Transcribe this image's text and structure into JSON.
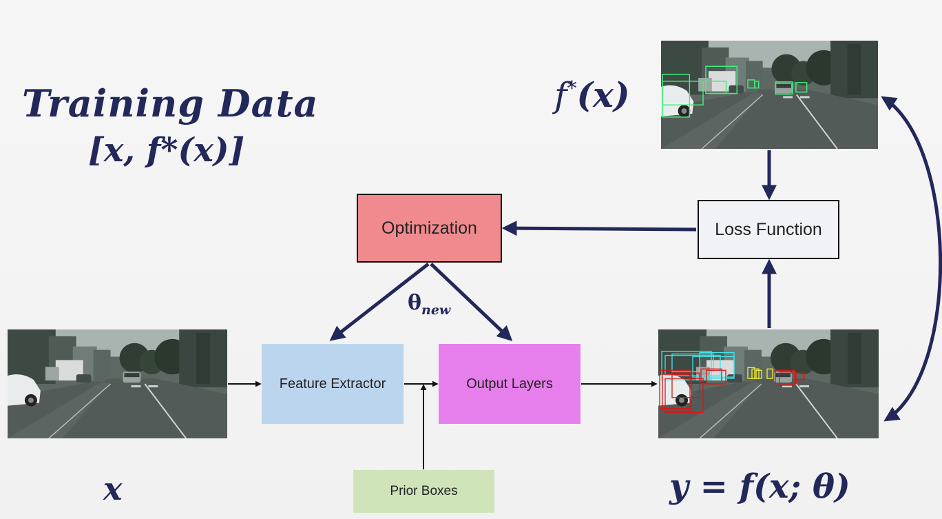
{
  "title": {
    "line1": "Training Data",
    "line2": "[x, f*(x)]"
  },
  "labels": {
    "target_label_f": "f",
    "target_label_star": "*",
    "target_label_arg": "(x)",
    "input_label": "x",
    "output_label": "y = f(x; θ)",
    "theta_symbol": "θ",
    "theta_subscript": "new"
  },
  "nodes": {
    "optimization": "Optimization",
    "loss_function": "Loss Function",
    "feature_extractor": "Feature Extractor",
    "output_layers": "Output Layers",
    "prior_boxes": "Prior Boxes"
  },
  "colors": {
    "optimization": "#f08a8e",
    "loss_function": "#f1f1f8",
    "feature_extractor": "#bcd5ee",
    "output_layers": "#e67eeb",
    "prior_boxes": "#cfe4b9",
    "arrow": "#23285a",
    "gt_box": "#3ff07a",
    "pred_box_red": "#d81818",
    "pred_box_cyan": "#3fe7ee",
    "pred_box_yellow": "#f4f22c"
  },
  "images": {
    "input_image": "street-scene",
    "target_image": "street-scene-with-ground-truth-boxes",
    "prediction_image": "street-scene-with-predicted-boxes"
  }
}
